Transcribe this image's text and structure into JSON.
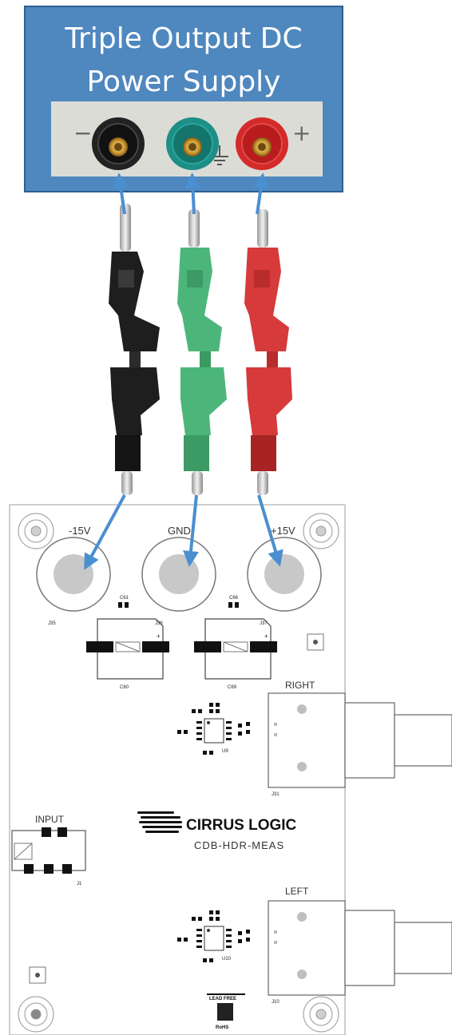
{
  "power_supply": {
    "title_line1": "Triple Output DC",
    "title_line2": "Power Supply",
    "minus_symbol": "−",
    "plus_symbol": "+"
  },
  "board": {
    "neg_label": "-15V",
    "gnd_label": "GND",
    "pos_label": "+15V",
    "jack_j35": "J35",
    "jack_j36": "J36",
    "jack_j37": "J37",
    "c_left_small": "C61",
    "c_right_small": "C66",
    "c_left_big": "C60",
    "c_right_big": "C69",
    "right_label": "RIGHT",
    "left_label": "LEFT",
    "input_label": "INPUT",
    "brand": "CIRRUS LOGIC",
    "board_name": "CDB-HDR-MEAS",
    "right_conn": "J31",
    "left_conn": "J10",
    "input_conn": "J1",
    "u_top": "U9",
    "u_bot": "U10",
    "lead_free": "LEAD FREE",
    "rohs": "RoHS"
  },
  "colors": {
    "panel_blue": "#4f87bf",
    "arrow_blue": "#4a8fd0",
    "black_lead": "#1e1e1e",
    "green_lead": "#4cb67a",
    "red_lead": "#d63a3a"
  }
}
